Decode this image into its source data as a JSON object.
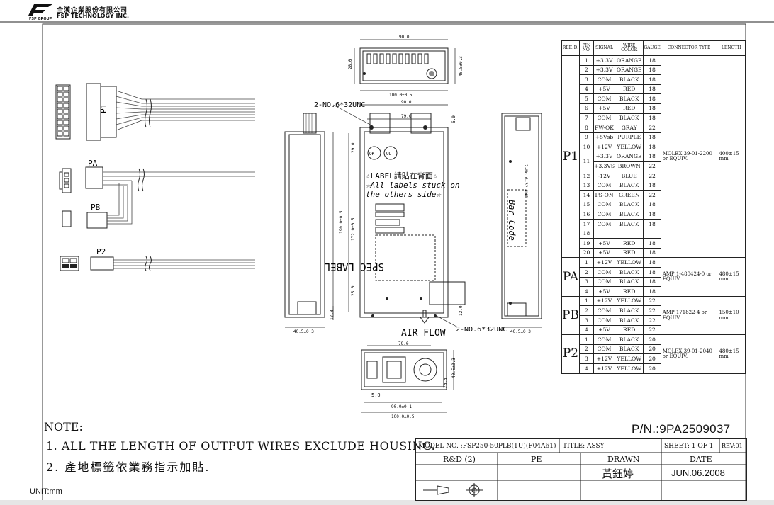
{
  "header": {
    "company_line1": "全漢企業股份有限公司",
    "company_line2": "FSP TECHNOLOGY INC.",
    "group": "FSP GROUP"
  },
  "table": {
    "headers": [
      "REF. D.",
      "PIN NO.",
      "SIGNAL",
      "WIRE COLOR",
      "GAUGE",
      "CONNECTOR TYPE",
      "LENGTH"
    ],
    "groups": [
      {
        "ref": "P1",
        "connector": "MOLEX 39-01-2200 or EQUIV.",
        "length": "400±15 mm",
        "rows": [
          {
            "pin": "1",
            "signal": "+3.3V",
            "color": "ORANGE",
            "gauge": "18"
          },
          {
            "pin": "2",
            "signal": "+3.3V",
            "color": "ORANGE",
            "gauge": "18"
          },
          {
            "pin": "3",
            "signal": "COM",
            "color": "BLACK",
            "gauge": "18"
          },
          {
            "pin": "4",
            "signal": "+5V",
            "color": "RED",
            "gauge": "18"
          },
          {
            "pin": "5",
            "signal": "COM",
            "color": "BLACK",
            "gauge": "18"
          },
          {
            "pin": "6",
            "signal": "+5V",
            "color": "RED",
            "gauge": "18"
          },
          {
            "pin": "7",
            "signal": "COM",
            "color": "BLACK",
            "gauge": "18"
          },
          {
            "pin": "8",
            "signal": "PW-OK",
            "color": "GRAY",
            "gauge": "22"
          },
          {
            "pin": "9",
            "signal": "+5Vsb",
            "color": "PURPLE",
            "gauge": "18"
          },
          {
            "pin": "10",
            "signal": "+12V",
            "color": "YELLOW",
            "gauge": "18"
          },
          {
            "pin": "11",
            "signal": "+3.3V",
            "color": "ORANGE",
            "gauge": "18"
          },
          {
            "pin": "",
            "signal": "+3.3VS",
            "color": "BROWN",
            "gauge": "22"
          },
          {
            "pin": "12",
            "signal": "-12V",
            "color": "BLUE",
            "gauge": "22"
          },
          {
            "pin": "13",
            "signal": "COM",
            "color": "BLACK",
            "gauge": "18"
          },
          {
            "pin": "14",
            "signal": "PS-ON",
            "color": "GREEN",
            "gauge": "22"
          },
          {
            "pin": "15",
            "signal": "COM",
            "color": "BLACK",
            "gauge": "18"
          },
          {
            "pin": "16",
            "signal": "COM",
            "color": "BLACK",
            "gauge": "18"
          },
          {
            "pin": "17",
            "signal": "COM",
            "color": "BLACK",
            "gauge": "18"
          },
          {
            "pin": "18",
            "signal": "",
            "color": "",
            "gauge": ""
          },
          {
            "pin": "19",
            "signal": "+5V",
            "color": "RED",
            "gauge": "18"
          },
          {
            "pin": "20",
            "signal": "+5V",
            "color": "RED",
            "gauge": "18"
          }
        ]
      },
      {
        "ref": "PA",
        "connector": "AMP 1-480424-0 or EQUIV.",
        "length": "480±15 mm",
        "rows": [
          {
            "pin": "1",
            "signal": "+12V",
            "color": "YELLOW",
            "gauge": "18"
          },
          {
            "pin": "2",
            "signal": "COM",
            "color": "BLACK",
            "gauge": "18"
          },
          {
            "pin": "3",
            "signal": "COM",
            "color": "BLACK",
            "gauge": "18"
          },
          {
            "pin": "4",
            "signal": "+5V",
            "color": "RED",
            "gauge": "18"
          }
        ]
      },
      {
        "ref": "PB",
        "connector": "AMP 171822-4 or EQUIV.",
        "length": "150±10 mm",
        "rows": [
          {
            "pin": "1",
            "signal": "+12V",
            "color": "YELLOW",
            "gauge": "22"
          },
          {
            "pin": "2",
            "signal": "COM",
            "color": "BLACK",
            "gauge": "22"
          },
          {
            "pin": "3",
            "signal": "COM",
            "color": "BLACK",
            "gauge": "22"
          },
          {
            "pin": "4",
            "signal": "+5V",
            "color": "RED",
            "gauge": "22"
          }
        ]
      },
      {
        "ref": "P2",
        "connector": "MOLEX 39-01-2040 or EQUIV.",
        "length": "480±15 mm",
        "rows": [
          {
            "pin": "1",
            "signal": "COM",
            "color": "BLACK",
            "gauge": "20"
          },
          {
            "pin": "2",
            "signal": "COM",
            "color": "BLACK",
            "gauge": "20"
          },
          {
            "pin": "3",
            "signal": "+12V",
            "color": "YELLOW",
            "gauge": "20"
          },
          {
            "pin": "4",
            "signal": "+12V",
            "color": "YELLOW",
            "gauge": "20"
          }
        ]
      }
    ]
  },
  "drawing": {
    "dim_top_width": "90.0",
    "dim_top_side": "28.0",
    "dim_top_height": "40.5±0.3",
    "dim_top_len": "100.0±0.5",
    "screw_top": "2-NO.6*32UNC",
    "dim_front_90": "90.0",
    "dim_front_79": "79.0",
    "dim_front_6": "6.0",
    "dim_side_190": "190.0±0.5",
    "dim_front_172": "172.0±0.5",
    "dim_front_29": "29.0",
    "dim_front_25": "25.0",
    "dim_front_12": "12.0",
    "dim_side_17": "17.0",
    "dim_side_width": "40.5±0.3",
    "dim_right_width": "40.5±0.3",
    "screw_right": "2-No.6-32 UNC",
    "screw_bottom": "2-NO.6*32UNC",
    "label_note_1": "☆LABEL請貼在背面☆",
    "label_note_2": "☆All labels stuck on",
    "label_note_3": "the others side☆",
    "spec_label": "SPEC LABEL",
    "bar_code": "Bar Code",
    "air_flow": "AIR FLOW",
    "p1": "P1",
    "pa": "PA",
    "pb": "PB",
    "p2": "P2",
    "rear_79": "79.0",
    "rear_40": "40.5±0.3",
    "rear_20": "20.0",
    "rear_5": "5.0",
    "rear_90": "90.0±0.1",
    "rear_100": "100.0±0.5"
  },
  "notes": {
    "title": "NOTE:",
    "line1": "1. ALL THE LENGTH OF OUTPUT WIRES EXCLUDE HOUSING.",
    "line2": "2. 產地標籤依業務指示加貼.",
    "unit": "UNIT:mm"
  },
  "part_number": "P/N.:9PA2509037",
  "title_block": {
    "model": "MODEL NO. :FSP250-50PLB(1U)(F04A61)",
    "title": "TITLE: ASSY",
    "sheet": "SHEET: 1 OF 1",
    "rev": "REV:01",
    "rd": "R&D (2)",
    "pe": "PE",
    "drawn_label": "DRAWN",
    "drawn_name": "黃鈺婷",
    "date_label": "DATE",
    "date": "JUN.06.2008"
  }
}
